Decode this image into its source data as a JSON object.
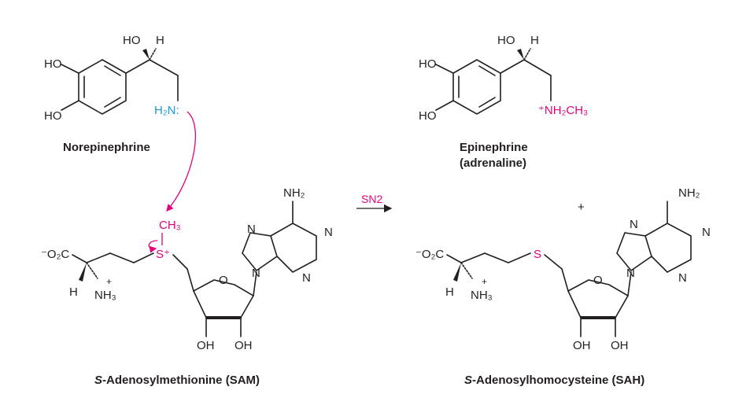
{
  "colors": {
    "reactive": "#e5007e",
    "nucleophile": "#1a9bd7",
    "ink": "#231f20"
  },
  "reactants": {
    "norepinephrine": {
      "name": "Norepinephrine",
      "labels": {
        "ho_top": "HO",
        "h_top": "H",
        "ho1": "HO",
        "ho2": "HO",
        "amine": "H₂N:"
      }
    },
    "sam": {
      "name": "S-Adenosylmethionine (SAM)",
      "name_italic": "S",
      "name_rest": "-Adenosylmethionine (SAM)",
      "labels": {
        "carboxylate": "⁻O₂C",
        "h": "H",
        "nh3": "NH₃",
        "plus": "+",
        "ch3": "CH₃",
        "sulfonium": "S⁺",
        "nh2": "NH₂",
        "n1": "N",
        "n3": "N",
        "n7": "N",
        "n9": "N",
        "o_ring": "O",
        "oh1": "OH",
        "oh2": "OH"
      }
    }
  },
  "reaction": {
    "arrow_label": "SN2"
  },
  "products": {
    "epinephrine": {
      "name": "Epinephrine",
      "subname": "(adrenaline)",
      "labels": {
        "ho_top": "HO",
        "h_top": "H",
        "ho1": "HO",
        "ho2": "HO",
        "amine": "⁺NH₂CH₃"
      }
    },
    "plus_sign": "+",
    "sah": {
      "name": "S-Adenosylhomocysteine (SAH)",
      "name_italic": "S",
      "name_rest": "-Adenosylhomocysteine (SAH)",
      "labels": {
        "carboxylate": "⁻O₂C",
        "h": "H",
        "nh3": "NH₃",
        "plus": "+",
        "sulfur": "S",
        "nh2": "NH₂",
        "n1": "N",
        "n3": "N",
        "n7": "N",
        "n9": "N",
        "o_ring": "O",
        "oh1": "OH",
        "oh2": "OH"
      }
    }
  }
}
